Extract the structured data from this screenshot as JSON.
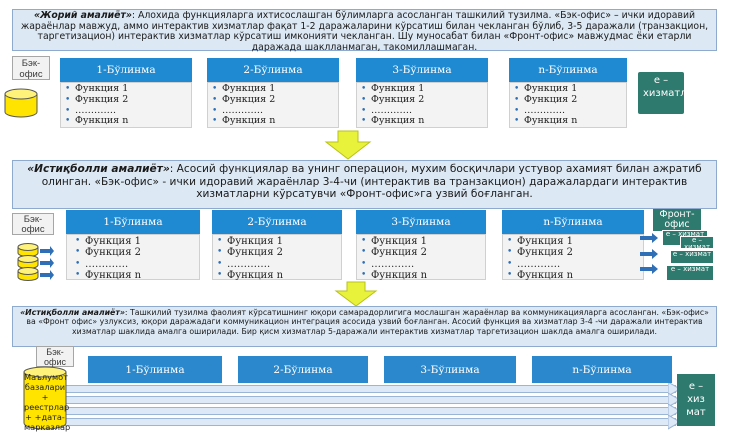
{
  "section1": {
    "title": "«Жорий амалиёт»",
    "text": ": Алохида функцияларга ихтисослашган бўлимларга асосланган ташкилий тузилма. «Бэк-офис» – ички идоравий жараёнлар мавжуд, аммо интерактив хизматлар фақат 1-2 даражаларини кўрсатиш билан чекланган бўлиб, 3-5 даражали (транзакцион, таргетизацион) интерактив хизматлар кўрсатиш имконияти чекланган. Шу муносабат билан «Фронт-офис» мавжудмас ёки етарли даражада шаклланмаган, такомиллашмаган.",
    "back_office": "Бэк-офис",
    "departments": [
      "1-Бўлинма",
      "2-Бўлинма",
      "3-Бўлинма",
      "n-Бўлинма"
    ],
    "functions": [
      "Функция 1",
      "Функция 2",
      "………….",
      "Функция n"
    ],
    "eservices": "е – хизматлар"
  },
  "section2": {
    "title": "«Истиқболли амалиёт»",
    "text": ": Асосий функциялар ва унинг операцион, мухим босқичлари устувор ахамият билан ажратиб олинган. «Бэк-офис» - ички идоравий жараёнлар 3-4-чи (интерактив ва транзакцион) даражалардаги интерактив хизматларни кўрсатувчи «Фронт-офис»га узвий боғланган.",
    "back_office": "Бэк-офис",
    "departments": [
      "1-Бўлинма",
      "2-Бўлинма",
      "3-Бўлинма",
      "n-Бўлинма"
    ],
    "functions": [
      "Функция 1",
      "Функция 2",
      "………….",
      "Функция n"
    ],
    "front_office": "Фронт-офис",
    "eservice_item": "е – хизмат"
  },
  "section3": {
    "title": "«Истиқболли амалиёт»",
    "text": ": Ташкилий тузилма фаолият кўрсатишнинг юқори самарадорлигига мослашган жараёнлар ва коммуникацияларга асосланган. «Бэк-офис» ва «Фронт офис» узлуксиз, юқори даражадаги коммуникацион интеграция асосида узвий боғланган. Асосий функция ва хизматлар 3-4 -чи даражали интерактив хизматлар шаклида амалга оширилади. Бир қисм хизматлар 5-даражали интерактив хизматлар таргетизацион шаклда амалга оширилади.",
    "back_office": "Бэк-офис",
    "departments": [
      "1-Бўлинма",
      "2-Бўлинма",
      "3-Бўлинма",
      "n-Бўлинма"
    ],
    "database": "Маълумот базалари + реестрлар + +дата-марказлар",
    "eservices": "е – хиз мат"
  }
}
